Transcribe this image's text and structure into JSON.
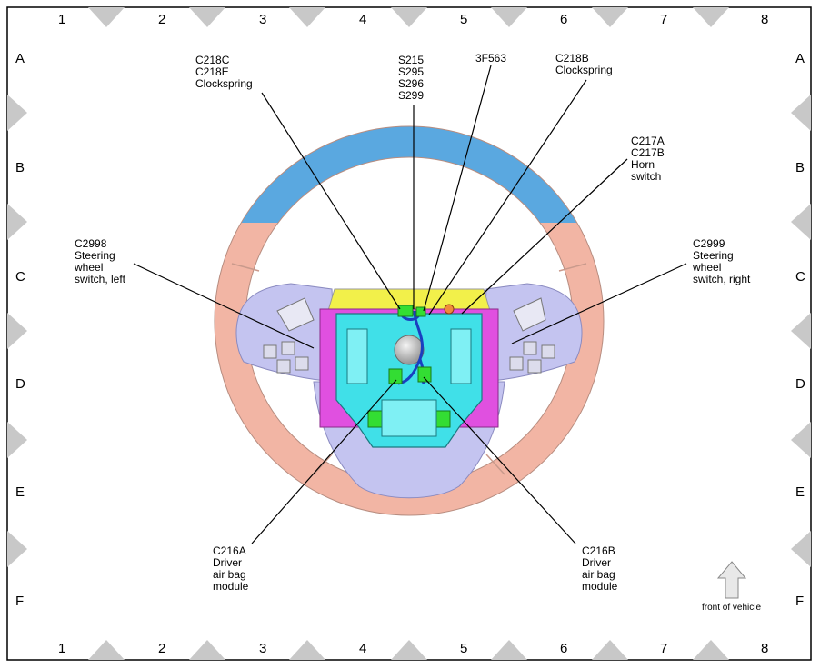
{
  "grid": {
    "columns": [
      "1",
      "2",
      "3",
      "4",
      "5",
      "6",
      "7",
      "8"
    ],
    "rows": [
      "A",
      "B",
      "C",
      "D",
      "E",
      "F"
    ]
  },
  "callouts": {
    "c218c": [
      "C218C",
      "C218E",
      "Clockspring"
    ],
    "s215": [
      "S215",
      "S295",
      "S296",
      "S299"
    ],
    "f3f563": [
      "3F563"
    ],
    "c218b": [
      "C218B",
      "Clockspring"
    ],
    "c217": [
      "C217A",
      "C217B",
      "Horn",
      "switch"
    ],
    "c2998": [
      "C2998",
      "Steering",
      "wheel",
      "switch, left"
    ],
    "c2999": [
      "C2999",
      "Steering",
      "wheel",
      "switch, right"
    ],
    "c216a": [
      "C216A",
      "Driver",
      "air bag",
      "module"
    ],
    "c216b": [
      "C216B",
      "Driver",
      "air bag",
      "module"
    ]
  },
  "orientation": {
    "label": "front of vehicle",
    "icon": "up-arrow-icon"
  },
  "colors": {
    "rim": "#f2b5a4",
    "rim_top": "#5aa8e0",
    "spokes": "#c4c4f0",
    "airbag_housing": "#40e0e8",
    "connector": "#33dd33",
    "harness": "#1a3fc0",
    "pink_part": "#e050e0",
    "yellow_part": "#f2f04a"
  }
}
